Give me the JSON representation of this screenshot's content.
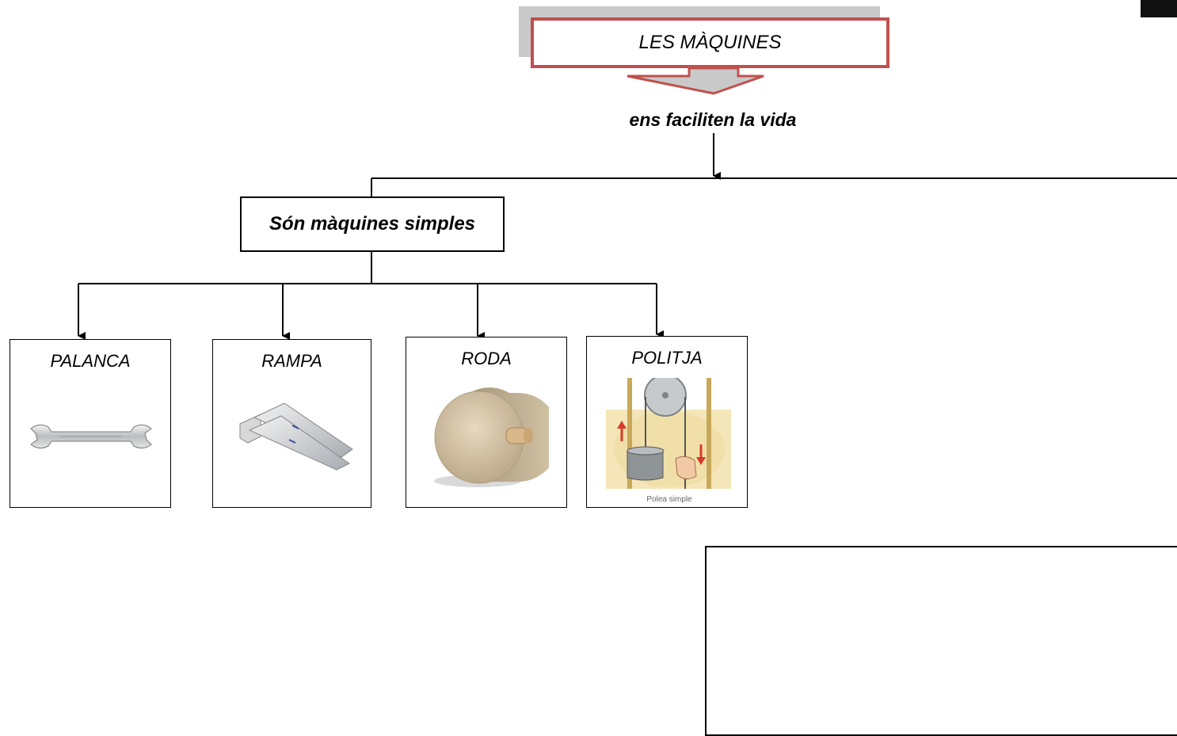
{
  "title": "LES MÀQUINES",
  "subtitle": "ens faciliten la vida",
  "simple_machines_label": "Són màquines simples",
  "machines": [
    {
      "label": "PALANCA",
      "icon": "wrench-icon"
    },
    {
      "label": "RAMPA",
      "icon": "ramp-icon"
    },
    {
      "label": "RODA",
      "icon": "wheel-icon"
    },
    {
      "label": "POLITJA",
      "icon": "pulley-icon",
      "caption": "Polea simple"
    }
  ],
  "colors": {
    "title_border": "#c0504d",
    "title_shadow": "#c9c9c9",
    "line": "#000000"
  }
}
